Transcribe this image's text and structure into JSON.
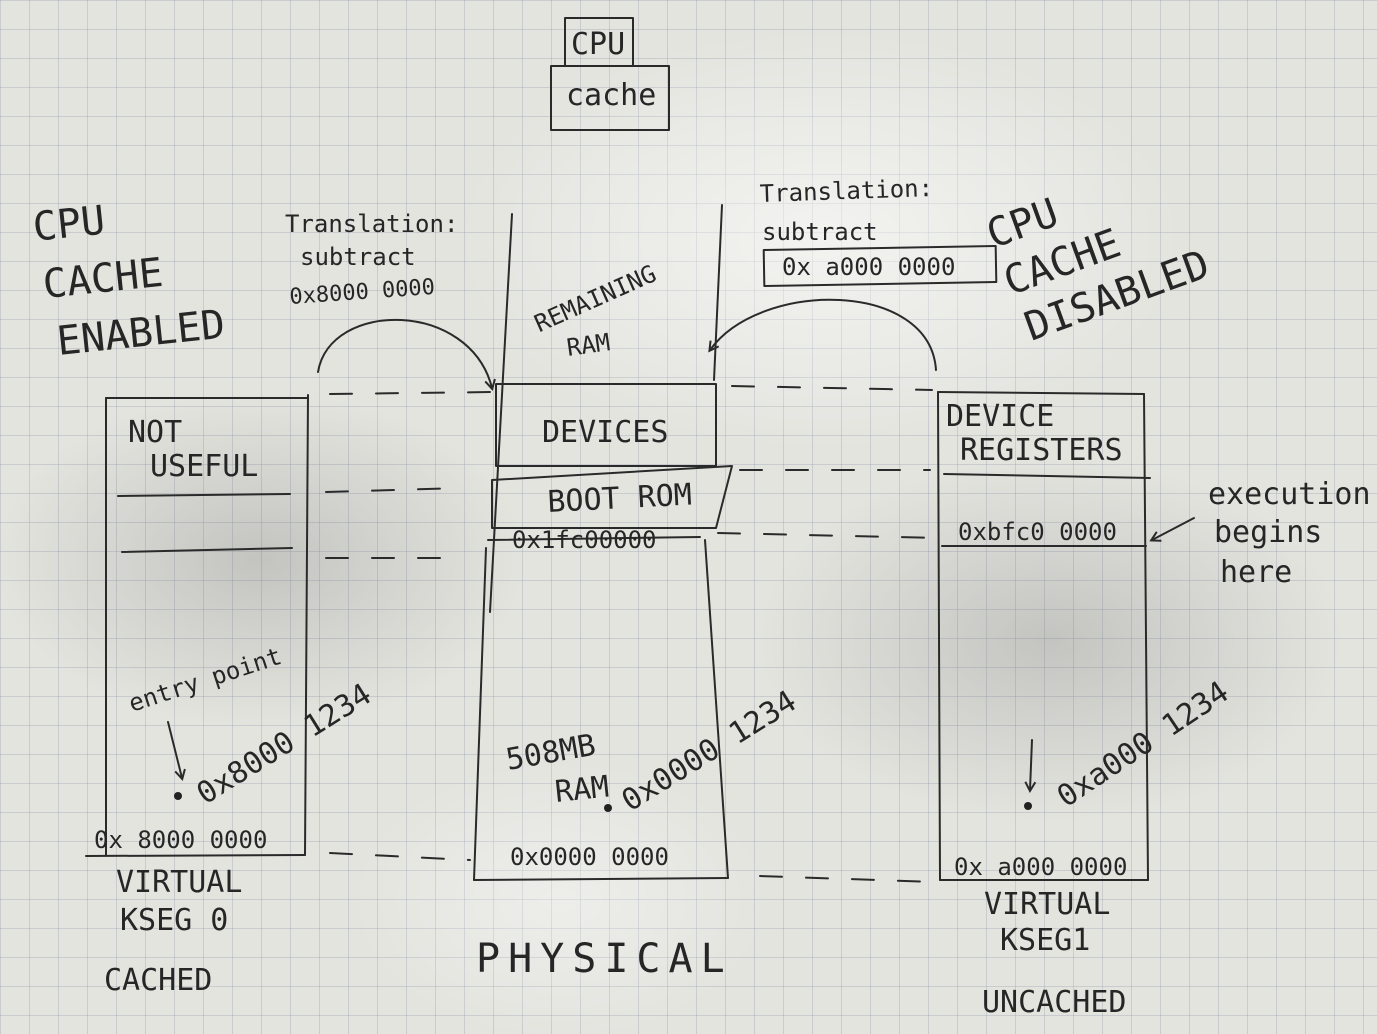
{
  "top": {
    "cpu": "CPU",
    "cache": "cache"
  },
  "left_side": {
    "title": [
      "CPU",
      "CACHE",
      "ENABLED"
    ],
    "translation_label": "Translation:",
    "translation_op": "subtract",
    "translation_value": "0x8000 0000",
    "not_useful": [
      "NOT",
      "USEFUL"
    ],
    "entry_point": "entry point",
    "address": "0x8000 1234",
    "base": "0x 8000 0000",
    "name": [
      "VIRTUAL",
      "KSEG 0"
    ],
    "mode": "CACHED"
  },
  "center": {
    "remaining_ram": [
      "REMAINING",
      "RAM"
    ],
    "devices": "DEVICES",
    "boot_rom": "BOOT ROM",
    "boot_address": "0x1fc00000",
    "ram": [
      "508MB",
      "RAM"
    ],
    "address": "0x0000 1234",
    "base": "0x0000 0000",
    "title": "PHYSICAL"
  },
  "right_side": {
    "translation_label": "Translation:",
    "translation_op": "subtract",
    "translation_value": "0x a000 0000",
    "title": [
      "CPU",
      "CACHE",
      "DISABLED"
    ],
    "device_registers": [
      "DEVICE",
      "REGISTERS"
    ],
    "boot_address": "0xbfc0 0000",
    "execution_note": [
      "execution",
      "begins",
      "here"
    ],
    "address": "0xa000 1234",
    "base": "0x a000 0000",
    "name": [
      "VIRTUAL",
      "KSEG1"
    ],
    "mode": "UNCACHED"
  }
}
